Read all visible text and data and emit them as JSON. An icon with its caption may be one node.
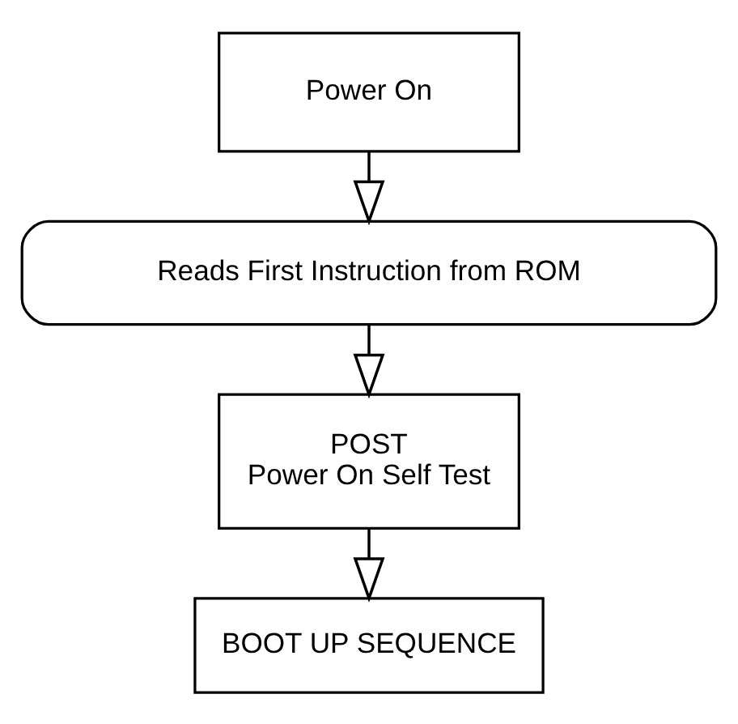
{
  "diagram": {
    "nodes": [
      {
        "text": [
          "Power On"
        ]
      },
      {
        "text": [
          "Reads First Instruction from ROM"
        ]
      },
      {
        "text": [
          "POST",
          "Power On Self Test"
        ]
      },
      {
        "text": [
          "BOOT UP SEQUENCE"
        ]
      }
    ],
    "edges": [
      {
        "from": 0,
        "to": 1,
        "arrow": "to"
      },
      {
        "from": 1,
        "to": 2,
        "arrow": "to"
      },
      {
        "from": 2,
        "to": 3,
        "arrow": "to"
      }
    ]
  }
}
